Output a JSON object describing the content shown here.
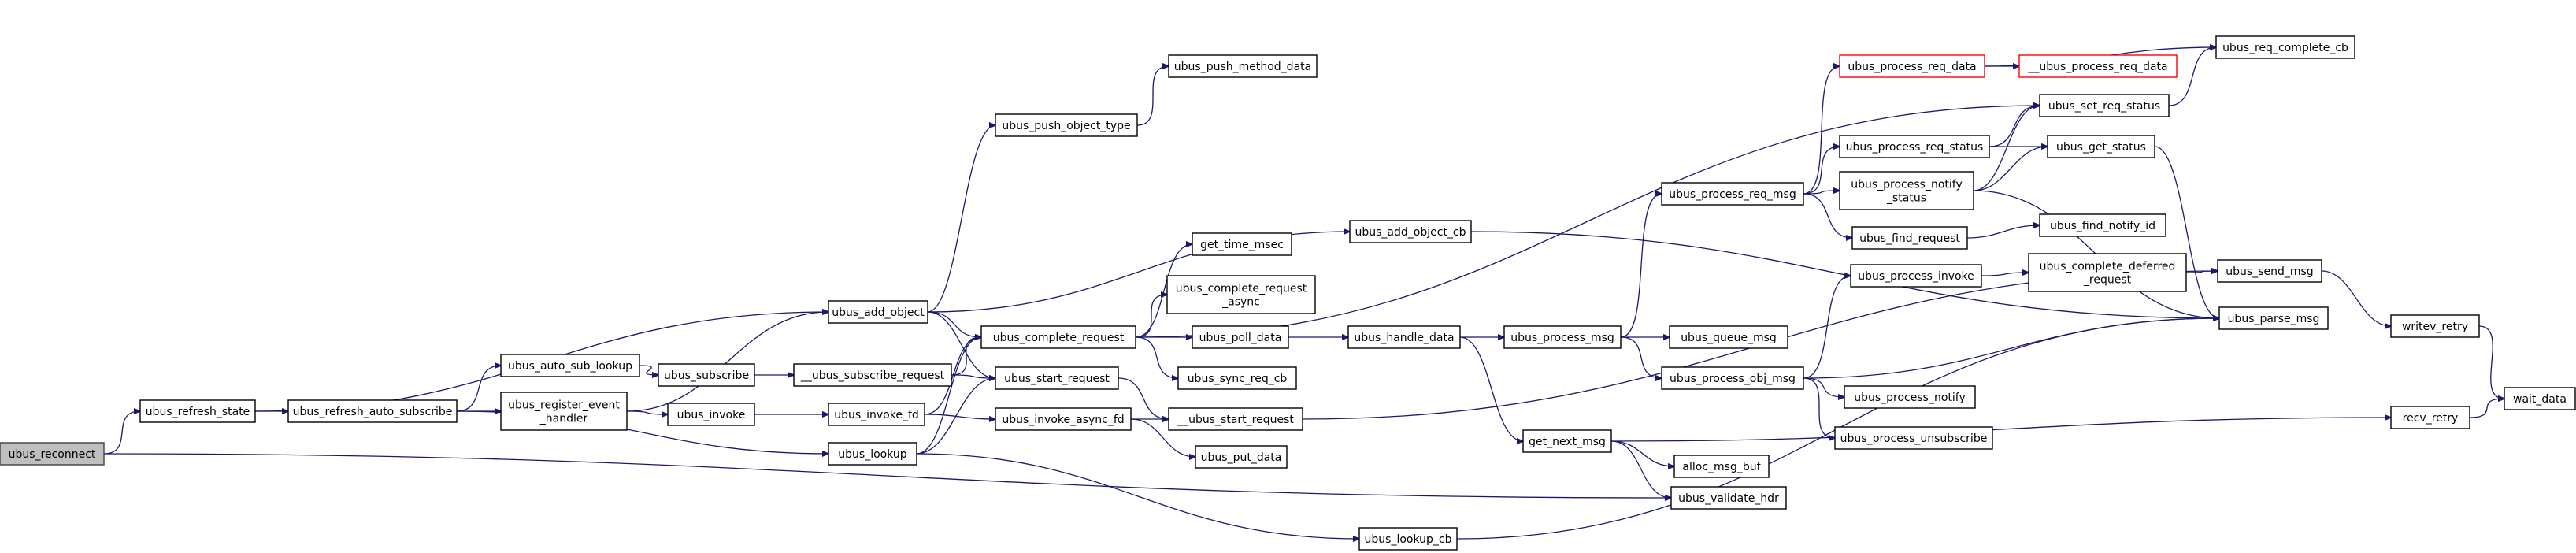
{
  "graph": {
    "colors": {
      "edge": "#191970",
      "root_fill": "#bfbfbf",
      "border": "#000000",
      "highlight_border": "#ff0000"
    },
    "nodes": [
      {
        "id": "ubus_reconnect",
        "label": [
          "ubus_reconnect"
        ],
        "root": true
      },
      {
        "id": "ubus_refresh_state",
        "label": [
          "ubus_refresh_state"
        ]
      },
      {
        "id": "ubus_refresh_auto_subscribe",
        "label": [
          "ubus_refresh_auto_subscribe"
        ]
      },
      {
        "id": "ubus_add_object",
        "label": [
          "ubus_add_object"
        ]
      },
      {
        "id": "ubus_auto_sub_lookup",
        "label": [
          "ubus_auto_sub_lookup"
        ]
      },
      {
        "id": "ubus_register_event_handler",
        "label": [
          "ubus_register_event",
          "_handler"
        ]
      },
      {
        "id": "ubus_subscribe",
        "label": [
          "ubus_subscribe"
        ]
      },
      {
        "id": "__ubus_subscribe_request",
        "label": [
          "__ubus_subscribe_request"
        ]
      },
      {
        "id": "ubus_invoke",
        "label": [
          "ubus_invoke"
        ]
      },
      {
        "id": "ubus_invoke_fd",
        "label": [
          "ubus_invoke_fd"
        ]
      },
      {
        "id": "ubus_lookup",
        "label": [
          "ubus_lookup"
        ]
      },
      {
        "id": "ubus_push_object_type",
        "label": [
          "ubus_push_object_type"
        ]
      },
      {
        "id": "ubus_push_method_data",
        "label": [
          "ubus_push_method_data"
        ]
      },
      {
        "id": "ubus_complete_request",
        "label": [
          "ubus_complete_request"
        ]
      },
      {
        "id": "ubus_start_request",
        "label": [
          "ubus_start_request"
        ]
      },
      {
        "id": "ubus_invoke_async_fd",
        "label": [
          "ubus_invoke_async_fd"
        ]
      },
      {
        "id": "get_time_msec",
        "label": [
          "get_time_msec"
        ]
      },
      {
        "id": "ubus_complete_request_async",
        "label": [
          "ubus_complete_request",
          "_async"
        ]
      },
      {
        "id": "ubus_poll_data",
        "label": [
          "ubus_poll_data"
        ]
      },
      {
        "id": "ubus_sync_req_cb",
        "label": [
          "ubus_sync_req_cb"
        ]
      },
      {
        "id": "__ubus_start_request",
        "label": [
          "__ubus_start_request"
        ]
      },
      {
        "id": "ubus_put_data",
        "label": [
          "ubus_put_data"
        ]
      },
      {
        "id": "ubus_add_object_cb",
        "label": [
          "ubus_add_object_cb"
        ]
      },
      {
        "id": "ubus_handle_data",
        "label": [
          "ubus_handle_data"
        ]
      },
      {
        "id": "ubus_lookup_cb",
        "label": [
          "ubus_lookup_cb"
        ]
      },
      {
        "id": "ubus_process_msg",
        "label": [
          "ubus_process_msg"
        ]
      },
      {
        "id": "get_next_msg",
        "label": [
          "get_next_msg"
        ]
      },
      {
        "id": "ubus_process_req_msg",
        "label": [
          "ubus_process_req_msg"
        ]
      },
      {
        "id": "ubus_queue_msg",
        "label": [
          "ubus_queue_msg"
        ]
      },
      {
        "id": "ubus_process_obj_msg",
        "label": [
          "ubus_process_obj_msg"
        ]
      },
      {
        "id": "alloc_msg_buf",
        "label": [
          "alloc_msg_buf"
        ]
      },
      {
        "id": "ubus_validate_hdr",
        "label": [
          "ubus_validate_hdr"
        ]
      },
      {
        "id": "ubus_process_req_data",
        "label": [
          "ubus_process_req_data"
        ],
        "highlight": true
      },
      {
        "id": "__ubus_process_req_data",
        "label": [
          "__ubus_process_req_data"
        ],
        "highlight": true
      },
      {
        "id": "ubus_process_req_status",
        "label": [
          "ubus_process_req_status"
        ]
      },
      {
        "id": "ubus_process_notify_status",
        "label": [
          "ubus_process_notify",
          "_status"
        ]
      },
      {
        "id": "ubus_find_request",
        "label": [
          "ubus_find_request"
        ]
      },
      {
        "id": "ubus_find_notify_id",
        "label": [
          "ubus_find_notify_id"
        ]
      },
      {
        "id": "ubus_process_invoke",
        "label": [
          "ubus_process_invoke"
        ]
      },
      {
        "id": "ubus_complete_deferred_request",
        "label": [
          "ubus_complete_deferred",
          "_request"
        ]
      },
      {
        "id": "ubus_process_notify",
        "label": [
          "ubus_process_notify"
        ]
      },
      {
        "id": "ubus_process_unsubscribe",
        "label": [
          "ubus_process_unsubscribe"
        ]
      },
      {
        "id": "ubus_req_complete_cb",
        "label": [
          "ubus_req_complete_cb"
        ]
      },
      {
        "id": "ubus_set_req_status",
        "label": [
          "ubus_set_req_status"
        ]
      },
      {
        "id": "ubus_get_status",
        "label": [
          "ubus_get_status"
        ]
      },
      {
        "id": "ubus_send_msg",
        "label": [
          "ubus_send_msg"
        ]
      },
      {
        "id": "ubus_parse_msg",
        "label": [
          "ubus_parse_msg"
        ]
      },
      {
        "id": "writev_retry",
        "label": [
          "writev_retry"
        ]
      },
      {
        "id": "recv_retry",
        "label": [
          "recv_retry"
        ]
      },
      {
        "id": "wait_data",
        "label": [
          "wait_data"
        ]
      }
    ],
    "edges": [
      [
        "ubus_reconnect",
        "ubus_refresh_state"
      ],
      [
        "ubus_reconnect",
        "ubus_validate_hdr"
      ],
      [
        "ubus_refresh_state",
        "ubus_add_object"
      ],
      [
        "ubus_refresh_state",
        "ubus_refresh_auto_subscribe"
      ],
      [
        "ubus_refresh_auto_subscribe",
        "ubus_auto_sub_lookup"
      ],
      [
        "ubus_refresh_auto_subscribe",
        "ubus_register_event_handler"
      ],
      [
        "ubus_refresh_auto_subscribe",
        "ubus_lookup"
      ],
      [
        "ubus_auto_sub_lookup",
        "ubus_subscribe"
      ],
      [
        "ubus_register_event_handler",
        "ubus_add_object"
      ],
      [
        "ubus_register_event_handler",
        "ubus_invoke"
      ],
      [
        "ubus_subscribe",
        "__ubus_subscribe_request"
      ],
      [
        "__ubus_subscribe_request",
        "ubus_complete_request"
      ],
      [
        "__ubus_subscribe_request",
        "ubus_start_request"
      ],
      [
        "ubus_invoke",
        "ubus_invoke_fd"
      ],
      [
        "ubus_invoke_fd",
        "ubus_complete_request"
      ],
      [
        "ubus_invoke_fd",
        "ubus_invoke_async_fd"
      ],
      [
        "ubus_lookup",
        "ubus_complete_request"
      ],
      [
        "ubus_lookup",
        "ubus_start_request"
      ],
      [
        "ubus_lookup",
        "ubus_lookup_cb"
      ],
      [
        "ubus_add_object",
        "ubus_push_object_type"
      ],
      [
        "ubus_add_object",
        "ubus_add_object_cb"
      ],
      [
        "ubus_add_object",
        "ubus_complete_request"
      ],
      [
        "ubus_add_object",
        "ubus_start_request"
      ],
      [
        "ubus_push_object_type",
        "ubus_push_method_data"
      ],
      [
        "ubus_complete_request",
        "ubus_set_req_status"
      ],
      [
        "ubus_complete_request",
        "get_time_msec"
      ],
      [
        "ubus_complete_request",
        "ubus_complete_request_async"
      ],
      [
        "ubus_complete_request",
        "ubus_poll_data"
      ],
      [
        "ubus_complete_request",
        "ubus_sync_req_cb"
      ],
      [
        "ubus_start_request",
        "__ubus_start_request"
      ],
      [
        "ubus_invoke_async_fd",
        "__ubus_start_request"
      ],
      [
        "ubus_invoke_async_fd",
        "ubus_put_data"
      ],
      [
        "__ubus_start_request",
        "ubus_send_msg"
      ],
      [
        "ubus_poll_data",
        "ubus_handle_data"
      ],
      [
        "ubus_add_object_cb",
        "ubus_parse_msg"
      ],
      [
        "ubus_lookup_cb",
        "ubus_parse_msg"
      ],
      [
        "ubus_handle_data",
        "ubus_process_msg"
      ],
      [
        "ubus_handle_data",
        "get_next_msg"
      ],
      [
        "ubus_process_msg",
        "ubus_process_req_msg"
      ],
      [
        "ubus_process_msg",
        "ubus_queue_msg"
      ],
      [
        "ubus_process_msg",
        "ubus_process_obj_msg"
      ],
      [
        "get_next_msg",
        "alloc_msg_buf"
      ],
      [
        "get_next_msg",
        "ubus_validate_hdr"
      ],
      [
        "get_next_msg",
        "recv_retry"
      ],
      [
        "ubus_process_req_msg",
        "ubus_process_req_data"
      ],
      [
        "ubus_process_req_msg",
        "ubus_process_req_status"
      ],
      [
        "ubus_process_req_msg",
        "ubus_process_notify_status"
      ],
      [
        "ubus_process_req_msg",
        "ubus_find_request"
      ],
      [
        "ubus_process_req_data",
        "__ubus_process_req_data"
      ],
      [
        "ubus_process_req_data",
        "ubus_req_complete_cb"
      ],
      [
        "ubus_process_req_status",
        "ubus_set_req_status"
      ],
      [
        "ubus_process_req_status",
        "ubus_get_status"
      ],
      [
        "ubus_process_notify_status",
        "ubus_set_req_status"
      ],
      [
        "ubus_process_notify_status",
        "ubus_get_status"
      ],
      [
        "ubus_process_notify_status",
        "ubus_parse_msg"
      ],
      [
        "ubus_find_request",
        "ubus_find_notify_id"
      ],
      [
        "ubus_process_obj_msg",
        "ubus_process_invoke"
      ],
      [
        "ubus_process_obj_msg",
        "ubus_parse_msg"
      ],
      [
        "ubus_process_obj_msg",
        "ubus_process_notify"
      ],
      [
        "ubus_process_obj_msg",
        "ubus_process_unsubscribe"
      ],
      [
        "ubus_process_invoke",
        "ubus_complete_deferred_request"
      ],
      [
        "ubus_complete_deferred_request",
        "ubus_send_msg"
      ],
      [
        "ubus_set_req_status",
        "ubus_req_complete_cb"
      ],
      [
        "ubus_get_status",
        "ubus_parse_msg"
      ],
      [
        "ubus_send_msg",
        "writev_retry"
      ],
      [
        "writev_retry",
        "wait_data"
      ],
      [
        "recv_retry",
        "wait_data"
      ]
    ]
  }
}
